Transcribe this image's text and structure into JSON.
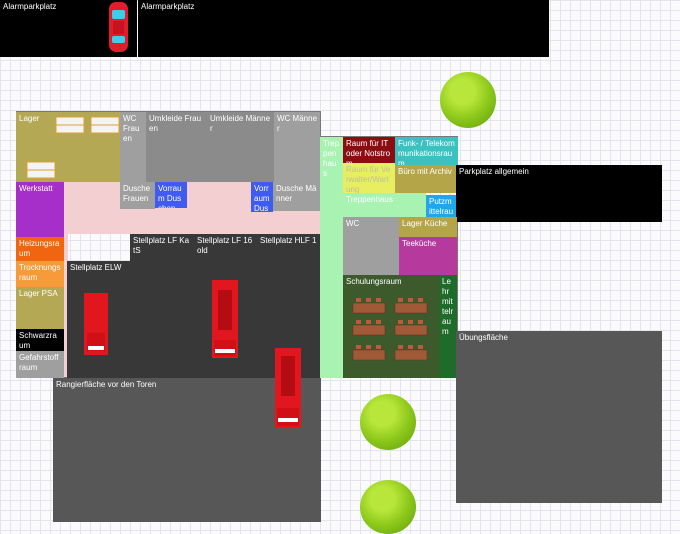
{
  "labels": {
    "alarm_left": "Alarmparkplatz",
    "alarm_right": "Alarmparkplatz",
    "lager": "Lager",
    "wc_frauen": "WC Frauen",
    "umkleide_frauen": "Umkleide Frauen",
    "umkleide_maenner": "Umkleide Männer",
    "wc_maenner": "WC Männer",
    "treppenhaus_left": "Treppenhaus",
    "raum_it": "Raum für IT oder Notstrom",
    "funk_tele": "Funk- / Telekommunikationsraum",
    "raum_yellow": "Raum für Verwalter/Wartung",
    "buero_archiv": "Büro mit Archiv",
    "parkplatz_allgemein": "Parkplatz allgemein",
    "werkstatt": "Werkstatt",
    "dusche_frauen": "Dusche Frauen",
    "vorraum_left": "Vorraum Duschen (Schleuse)",
    "vorraum_right": "Vorraum Duschen (Schleuse)",
    "dusche_maenner": "Dusche Männer",
    "treppenhaus_right": "Treppenhaus",
    "putzmittel": "Putzmittelraum",
    "wc_right": "WC",
    "lager_kueche": "Lager Küche",
    "teekueche": "Teeküche",
    "heizung": "Heizungsraum",
    "trocknung": "Trocknungsraum",
    "lager_psa": "Lager PSA",
    "schwarzraum": "Schwarzraum",
    "gefahrstoff": "Gefahrstoffraum",
    "stellplatz_elw": "Stellplatz ELW",
    "stellplatz_lf_kats": "Stellplatz LF KatS",
    "stellplatz_lf16": "Stellplatz LF 16 old",
    "stellplatz_hlf": "Stellplatz HLF 1",
    "schulungsraum": "Schulungsraum",
    "lehrmittelraum": "Lehrmittelraum",
    "rangierflaeche": "Rangierfläche vor den Toren",
    "uebungsflaeche": "Übungsfläche"
  },
  "colors": {
    "black": "#000000",
    "olive": "#b5a854",
    "gray": "#9f9f9f",
    "gray_dark": "#8b8b8b",
    "green_light": "#a8f2b2",
    "maroon": "#8b0d12",
    "teal": "#3cc1c1",
    "yellow": "#e7ee5f",
    "khaki": "#b3a548",
    "purple": "#a52fc8",
    "blue": "#3f5bf2",
    "blue_light": "#20a6ec",
    "magenta": "#b63a9e",
    "orange": "#f0650f",
    "orange_light": "#f79a38",
    "dark_gray": "#383838",
    "mid_gray": "#575757",
    "schul_green": "#3c5a2c",
    "green_dark": "#1f6b2a",
    "pink": "#f3cfd2"
  },
  "icons": [
    "car-icon",
    "tree-icon",
    "fire-truck-icon",
    "shelf-icon",
    "table-icon"
  ]
}
